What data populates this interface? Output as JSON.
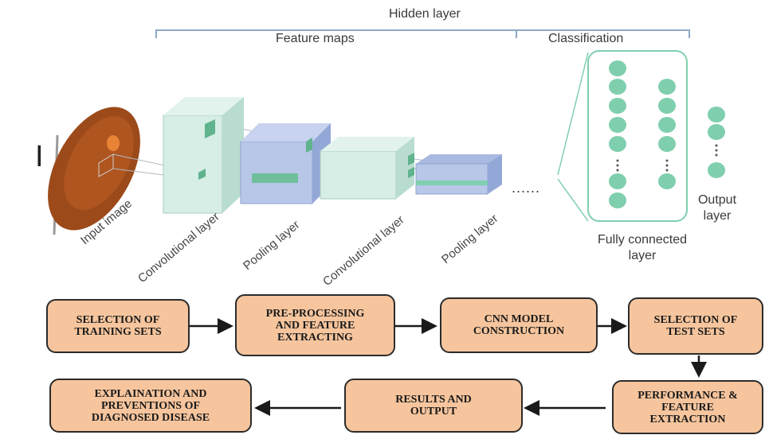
{
  "cnn": {
    "hidden_layer": "Hidden layer",
    "feature_maps": "Feature maps",
    "classification": "Classification",
    "input_image": "Input image",
    "conv_layer_1": "Convolutional layer",
    "pooling_layer_1": "Pooling layer",
    "conv_layer_2": "Convolutional layer",
    "pooling_layer_2": "Pooling layer",
    "ellipsis": "......",
    "fully_connected": "Fully connected\nlayer",
    "output_layer": "Output\nlayer",
    "side_mark": "I"
  },
  "flow": {
    "step1": "SELECTION OF\nTRAINING SETS",
    "step2": "PRE-PROCESSING\nAND FEATURE\nEXTRACTING",
    "step3": "CNN MODEL\nCONSTRUCTION",
    "step4": "SELECTION  OF\nTEST SETS",
    "step5": "PERFORMANCE &\nFEATURE\nEXTRACTION",
    "step6": "RESULTS AND\nOUTPUT",
    "step7": "EXPLAINATION AND\nPREVENTIONS OF\nDIAGNOSED DISEASE"
  },
  "colors": {
    "box_fill": "#f6c59d",
    "node_fill": "#7fcfae",
    "conv_fill": "#c9e6dc",
    "pool_fill": "#a9b9e0"
  }
}
